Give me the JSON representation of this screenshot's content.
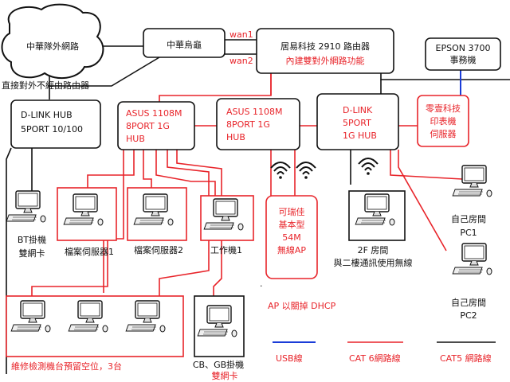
{
  "nodes": {
    "cloud": [
      "中華隊外網路"
    ],
    "chunghwa": [
      "中華烏龜"
    ],
    "router": [
      "居易科技 2910 路由器"
    ],
    "router_note": [
      "內建雙對外網路功能"
    ],
    "wan1": "wan1",
    "wan2": "wan2",
    "direct_note": "直接對外不經由路由器",
    "epson": [
      "EPSON 3700",
      "事務機"
    ],
    "dlink_hub_a": [
      "D-LINK HUB",
      "5PORT 10/100"
    ],
    "asus_left": [
      "ASUS 1108M",
      "8PORT 1G",
      "HUB"
    ],
    "asus_center": [
      "ASUS 1108M",
      "8PORT 1G",
      "HUB"
    ],
    "dlink_5port": [
      "D-LINK",
      "5PORT",
      "1G HUB"
    ],
    "print_server": [
      "零壹科技",
      "印表機",
      "伺服器"
    ],
    "ap": [
      "可瑞佳",
      "基本型",
      "54M",
      "無線AP"
    ],
    "ap_note": "AP 以關掉 DHCP",
    "pc_bt": [
      "BT掛機",
      "雙網卡"
    ],
    "pc_file1": "檔案伺服器1",
    "pc_file2": "檔案伺服器2",
    "pc_work": "工作機1",
    "pc_2f": [
      "2F 房間",
      "與二樓通訊使用無線"
    ],
    "pc_own1": [
      "自己房間",
      "PC1"
    ],
    "pc_own2": [
      "自己房間",
      "PC2"
    ],
    "repair_group": "維修檢測機台預留空位，3台",
    "cbgb": [
      "CB、GB掛機",
      "雙網卡"
    ]
  },
  "legend": {
    "usb": "USB線",
    "cat6": "CAT 6網路線",
    "cat5": "CAT5 網路線"
  },
  "colors": {
    "red": "#e8242a",
    "black": "#111111",
    "blue": "#1a3cd8"
  }
}
